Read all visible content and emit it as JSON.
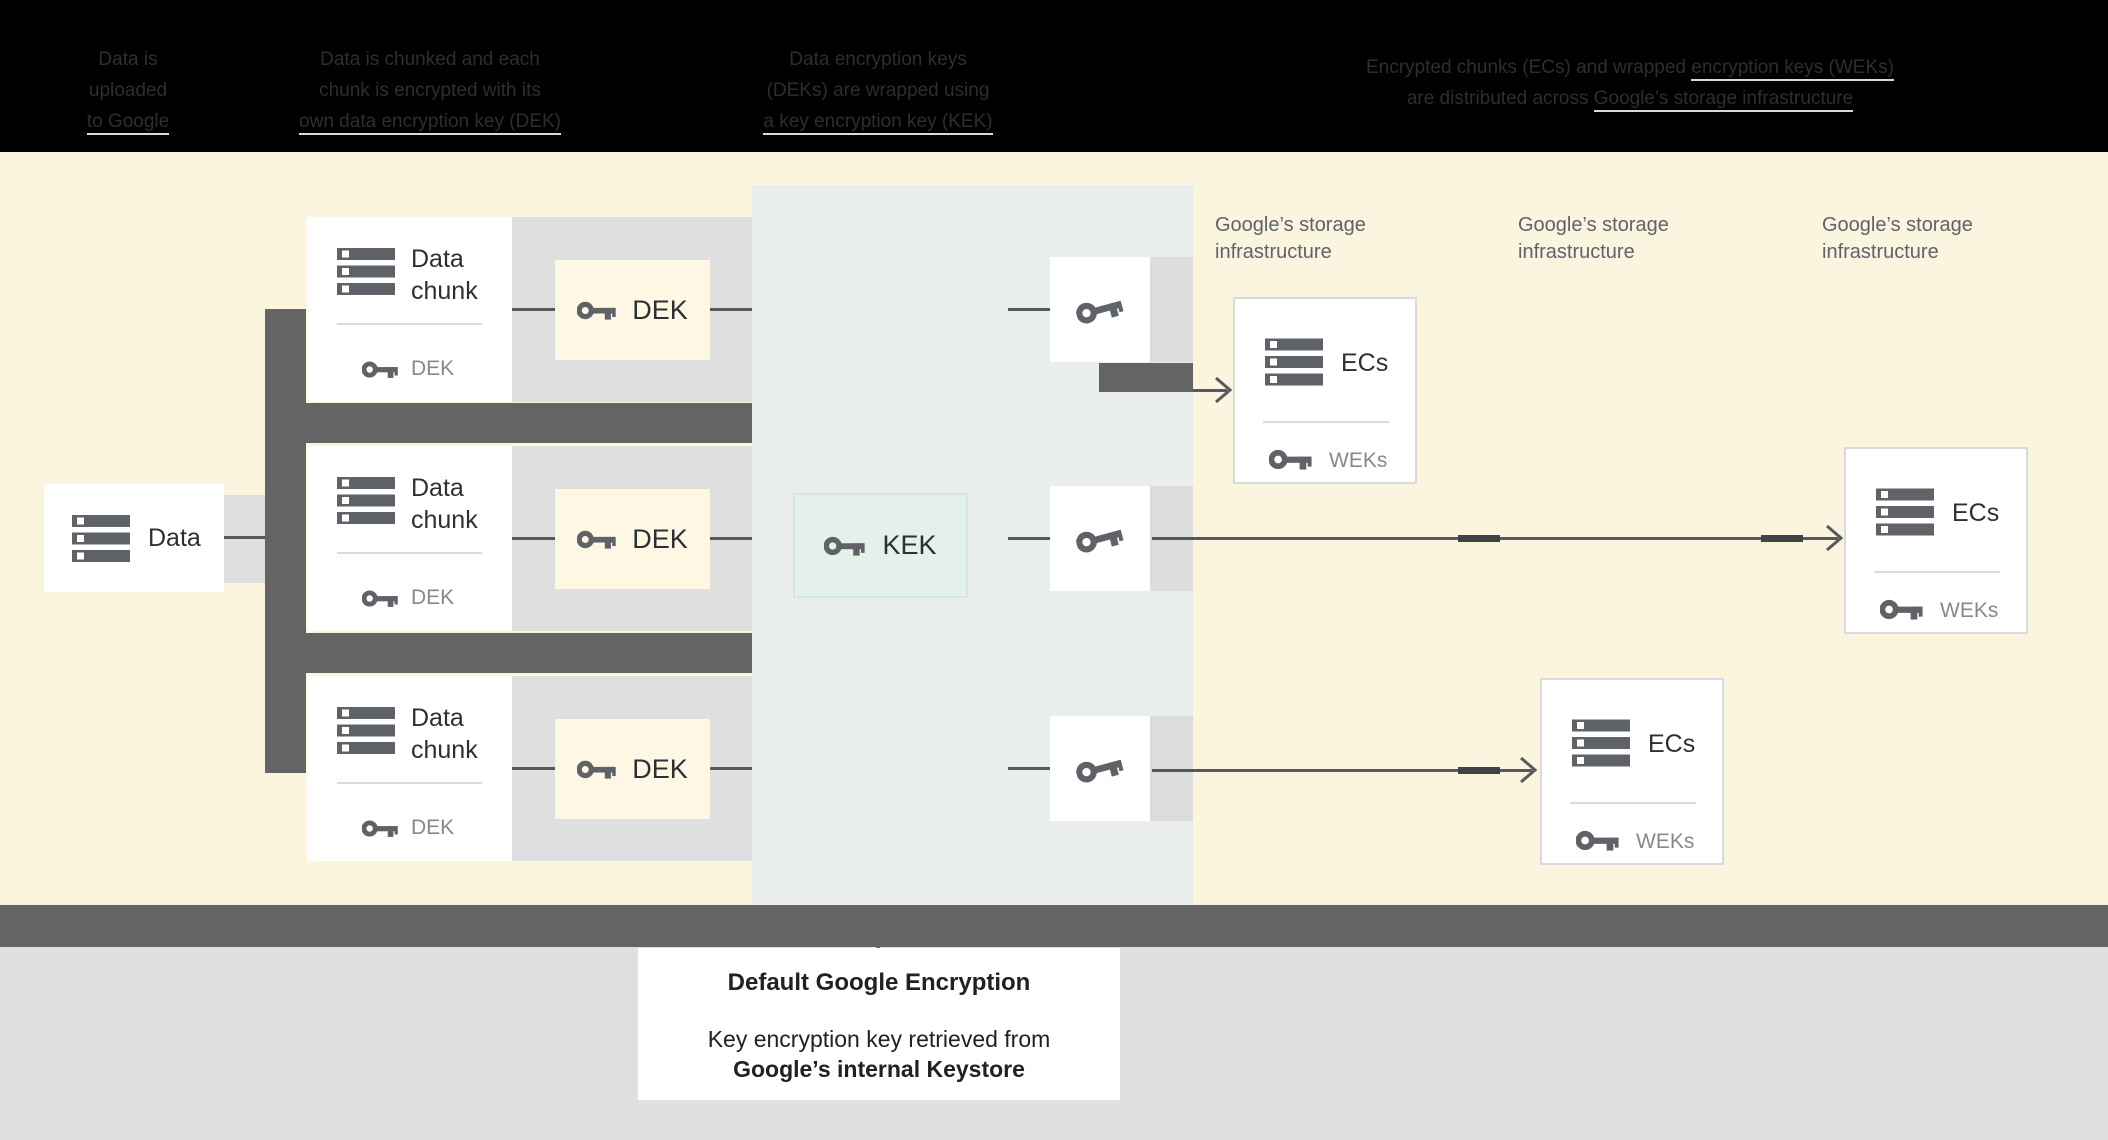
{
  "banner": {
    "col1": [
      "Data is",
      "uploaded",
      "to Google"
    ],
    "col2": [
      "Data is chunked and each",
      "chunk is encrypted with its",
      "own data encryption key (DEK)"
    ],
    "col3": [
      "Data encryption keys",
      "(DEKs) are wrapped using",
      "a key encryption key (KEK)"
    ],
    "col4_line1_a": "Encrypted chunks (ECs) and wrapped ",
    "col4_line1_b": "encryption keys (WEKs)",
    "col4_line2_a": "are distributed across ",
    "col4_line2_b": "Google’s storage infrastructure"
  },
  "labels": {
    "data": "Data",
    "data_chunk": "Data chunk",
    "dek": "DEK",
    "kek": "KEK",
    "ecs": "ECs",
    "weks": "WEKs"
  },
  "storage_label": {
    "line1": "Google’s storage",
    "line2": "infrastructure"
  },
  "caption_box": {
    "title": "Default Google Encryption",
    "line1": "Key encryption key retrieved from",
    "line2": "Google’s internal Keystore"
  },
  "colors": {
    "banner_bg": "#000000",
    "banner_text": "#2e2e2e",
    "bar_gray": "#646464",
    "field_cream": "#fbf4df",
    "kek_zone": "#e9edec",
    "row_band": "#dfdfdf",
    "dek_fill": "#fdf7e4",
    "kek_fill": "#e3f1ea",
    "kek_border": "#d5e8dd",
    "icon_gray": "#5f6368",
    "label_dark": "#2c2f33",
    "label_gray": "#85898d",
    "line_dark": "#56595d",
    "bottom_bg": "#e0e0e0"
  }
}
